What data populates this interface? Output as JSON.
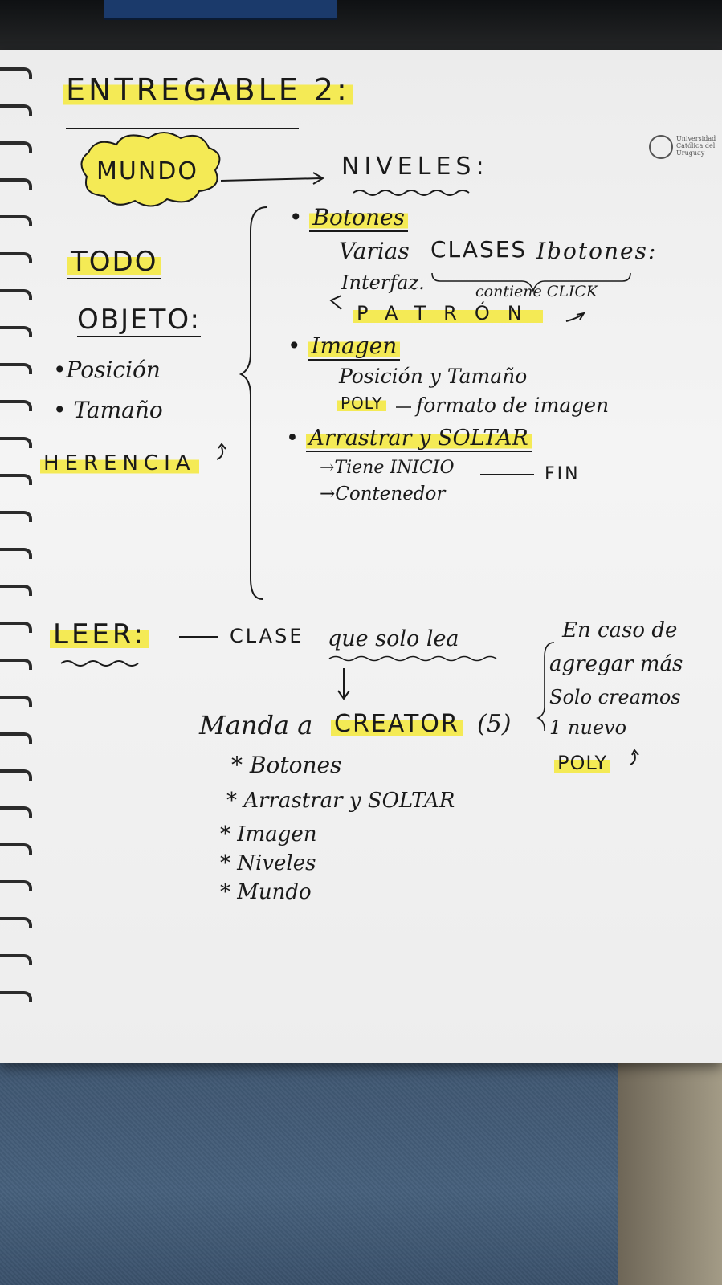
{
  "title": "ENTREGABLE 2:",
  "mundo": "MUNDO",
  "niveles": "NIVELES:",
  "left": {
    "todo": "TODO",
    "objeto": "OBJETO:",
    "posicion": "•Posición",
    "tamano": "• Tamaño",
    "herencia": "HERENCIA"
  },
  "botones": {
    "heading": "Botones",
    "varias": "Varias",
    "clases": "CLASES",
    "ibotones": "Ibotones:",
    "interfaz": "Interfaz.",
    "contiene": "contiene CLICK",
    "patron": "PATRÓN"
  },
  "imagen": {
    "heading": "Imagen",
    "line1": "Posición y Tamaño",
    "poly": "POLY",
    "formato": "formato de imagen"
  },
  "arrastrar": {
    "heading": "Arrastrar y SOLTAR",
    "tiene": "→Tiene INICIO",
    "fin": "FIN",
    "contenedor": "→Contenedor"
  },
  "leer": {
    "label": "LEER:",
    "clase": "CLASE",
    "solo_lea": "que solo lea",
    "manda": "Manda a",
    "creator": "CREATOR",
    "count": "(5)",
    "items": [
      "* Botones",
      "* Arrastrar y SOLTAR",
      "* Imagen",
      "* Niveles",
      "* Mundo"
    ]
  },
  "side_note": {
    "l1": "En caso de",
    "l2": "agregar más",
    "l3": "Solo creamos",
    "l4": "1 nuevo",
    "poly": "POLY"
  },
  "logo_text": "Universidad\nCatólica del\nUruguay",
  "colors": {
    "highlighter": "#f4ea55",
    "ink": "#1a1a1a",
    "paper": "#f0f0f0"
  }
}
